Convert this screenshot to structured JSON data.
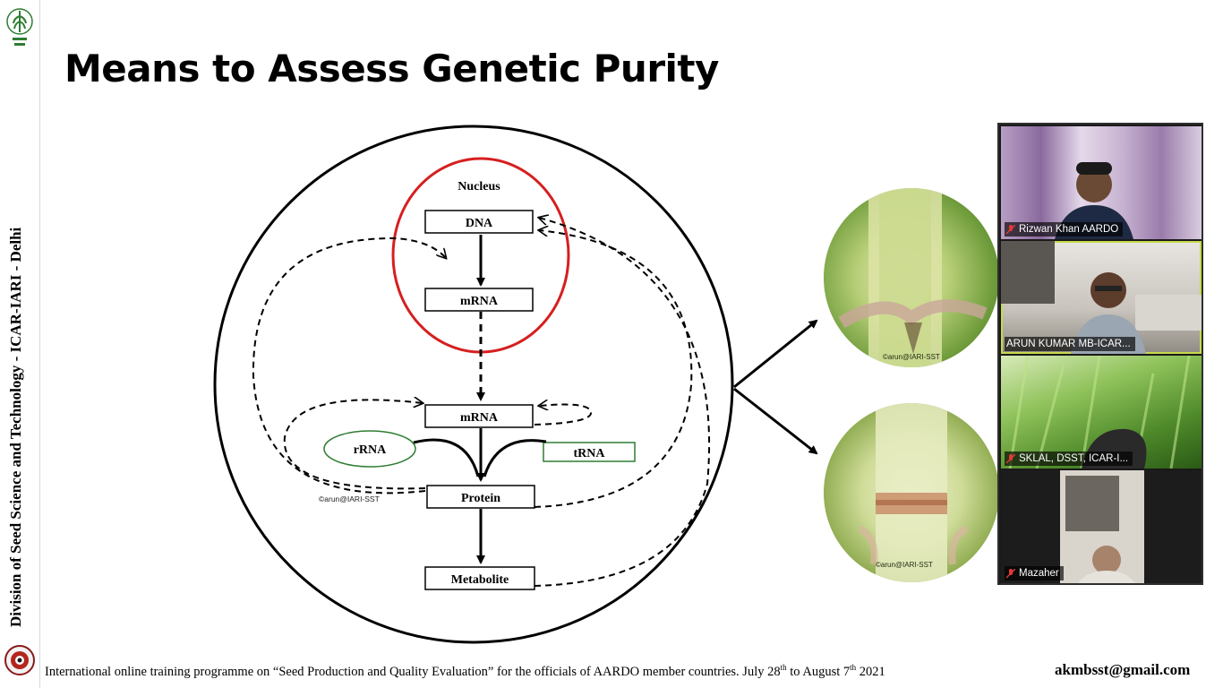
{
  "sidebar": {
    "vertical_text": "Division of Seed Science and Technology - ICAR-IARI - Delhi"
  },
  "slide": {
    "title": "Means to Assess Genetic Purity",
    "diagram": {
      "nucleus_label": "Nucleus",
      "dna": "DNA",
      "mrna_top": "mRNA",
      "mrna_bottom": "mRNA",
      "rrna": "rRNA",
      "trna": "tRNA",
      "protein": "Protein",
      "metabolite": "Metabolite",
      "watermark": "©arun@IARI-SST"
    },
    "photo_top_watermark": "©arun@IARI-SST",
    "photo_bottom_watermark": "©arun@IARI-SST",
    "footer": {
      "text_a": "International online training programme on “Seed Production and Quality Evaluation” for the officials of AARDO member countries. July 28",
      "sup_a": "th",
      "text_b": " to August 7",
      "sup_b": "th",
      "text_c": " 2021"
    },
    "email": "akmbsst@gmail.com"
  },
  "participants": [
    {
      "name": "Rizwan Khan AARDO",
      "muted": true
    },
    {
      "name": "ARUN KUMAR MB-ICAR...",
      "muted": false
    },
    {
      "name": "SKLAL, DSST, ICAR-I...",
      "muted": true
    },
    {
      "name": "Mazaher",
      "muted": true
    }
  ],
  "colors": {
    "nucleus_circle": "#d61f1f",
    "rrna_ellipse": "#2e7d32",
    "trna_box": "#2e7d32",
    "active_speaker": "#c7d94a",
    "mic_muted": "#e53935"
  }
}
